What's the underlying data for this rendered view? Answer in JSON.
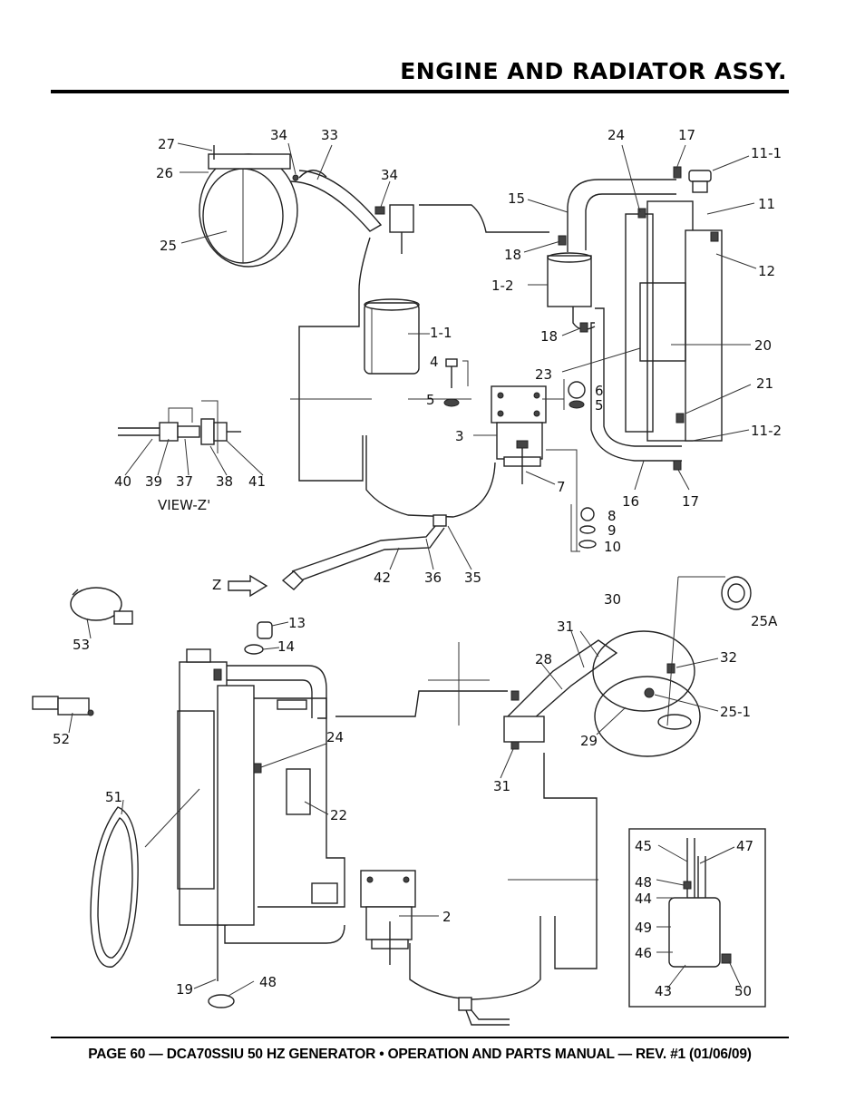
{
  "header": {
    "title": "ENGINE AND RADIATOR ASSY."
  },
  "footer": {
    "text": "PAGE 60 — DCA70SSIU 50 HZ GENERATOR • OPERATION AND PARTS MANUAL — REV. #1 (01/06/09)"
  },
  "diagram": {
    "view_label": "VIEW-Z'",
    "arrow_label": "Z",
    "callouts": [
      "27",
      "34",
      "33",
      "26",
      "25",
      "34",
      "24",
      "17",
      "11-1",
      "15",
      "11",
      "18",
      "1-2",
      "12",
      "18",
      "1-1",
      "20",
      "4",
      "23",
      "5",
      "6",
      "5",
      "21",
      "3",
      "11-2",
      "7",
      "16",
      "17",
      "40",
      "39",
      "37",
      "38",
      "41",
      "8",
      "9",
      "10",
      "42",
      "36",
      "35",
      "13",
      "30",
      "25A",
      "53",
      "14",
      "31",
      "32",
      "28",
      "25-1",
      "52",
      "24",
      "29",
      "31",
      "51",
      "22",
      "45",
      "47",
      "48",
      "44",
      "2",
      "49",
      "46",
      "19",
      "48",
      "43",
      "50"
    ]
  }
}
